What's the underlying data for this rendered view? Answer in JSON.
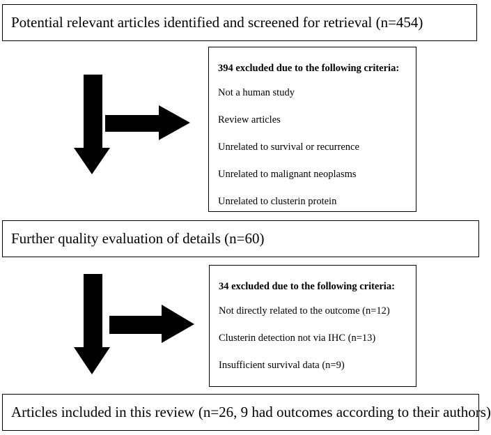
{
  "stage1": {
    "text": "Potential relevant articles identified and screened for retrieval (n=454)"
  },
  "exclusion1": {
    "title": "394 excluded due to the following criteria:",
    "items": [
      "Not a human study",
      "Review articles",
      "Unrelated to survival or recurrence",
      "Unrelated to malignant neoplasms",
      "Unrelated to clusterin protein"
    ]
  },
  "stage2": {
    "text": "Further quality evaluation of details (n=60)"
  },
  "exclusion2": {
    "title": "34 excluded due to the following criteria:",
    "items": [
      "Not directly related to the outcome (n=12)",
      "Clusterin detection not via IHC (n=13)",
      "Insufficient survival data (n=9)"
    ]
  },
  "stage3": {
    "text": "Articles included in this review (n=26, 9 had outcomes according to their authors)"
  }
}
